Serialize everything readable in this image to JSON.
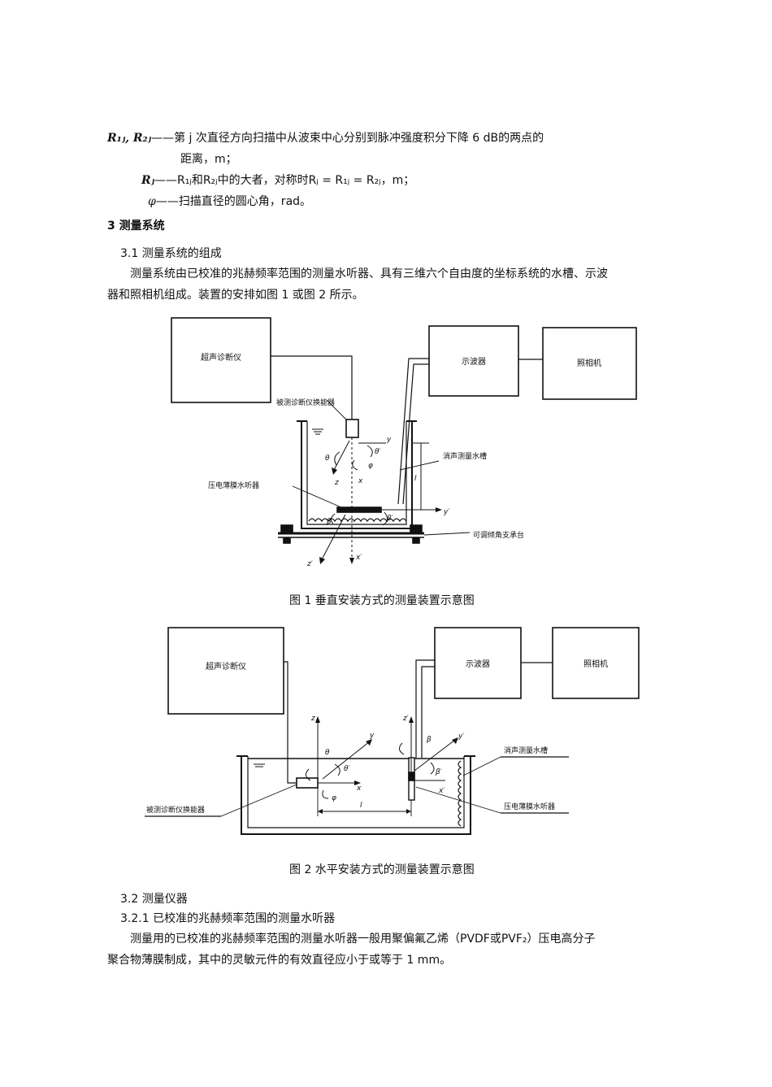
{
  "defs": {
    "line1_sym": "R₁ⱼ, R₂ⱼ",
    "line1_text": "——第 j 次直径方向扫描中从波束中心分别到脉冲强度积分下降 6 dB的两点的",
    "line1_cont": "距离，m；",
    "line2_sym": "Rⱼ",
    "line2_text": "——R₁ⱼ和R₂ⱼ中的大者，对称时Rⱼ = R₁ⱼ = R₂ⱼ，m；",
    "line3_sym": "φ",
    "line3_text": "——扫描直径的圆心角，rad。"
  },
  "sections": {
    "s3_title": "3   测量系统",
    "s31_title": "3.1   测量系统的组成",
    "s31_p1": "测量系统由已校准的兆赫频率范围的测量水听器、具有三维六个自由度的坐标系统的水槽、示波",
    "s31_p2": "器和照相机组成。装置的安排如图 1 或图 2 所示。",
    "s32_title": "3.2   测量仪器",
    "s321_title": "3.2.1   已校准的兆赫频率范围的测量水听器",
    "s321_p1": "测量用的已校准的兆赫频率范围的测量水听器一般用聚偏氟乙烯（PVDF或PVF₂）压电高分子",
    "s321_p2": "聚合物薄膜制成，其中的灵敏元件的有效直径应小于或等于 1 mm。"
  },
  "fig1": {
    "caption": "图 1    垂直安装方式的测量装置示意图",
    "box_ultrasound": "超声诊断仪",
    "box_scope": "示波器",
    "box_camera": "照相机",
    "label_transducer": "被测诊断仪换能器",
    "label_tank": "消声测量水槽",
    "label_hydrophone": "压电薄膜水听器",
    "label_stand": "可调倾角支承台",
    "sym_theta": "θ",
    "sym_theta_p": "θ′",
    "sym_phi": "φ",
    "sym_y": "y",
    "sym_z": "z",
    "sym_x": "x",
    "sym_l": "l",
    "sym_beta": "β",
    "sym_beta_p": "β′",
    "sym_y_p": "y′",
    "sym_z_p": "z′",
    "sym_x_p": "x′"
  },
  "fig2": {
    "caption": "图 2    水平安装方式的测量装置示意图",
    "box_ultrasound": "超声诊断仪",
    "box_scope": "示波器",
    "box_camera": "照相机",
    "label_transducer": "被测诊断仪换能器",
    "label_tank": "消声测量水槽",
    "label_hydrophone": "压电薄膜水听器",
    "sym_z": "z",
    "sym_z_p": "z′",
    "sym_y": "y",
    "sym_y_p": "y′",
    "sym_theta": "θ",
    "sym_theta_p": "θ′",
    "sym_beta": "β",
    "sym_beta_p": "β′",
    "sym_phi": "φ",
    "sym_x": "x",
    "sym_x_p": "x′",
    "sym_l": "l"
  }
}
